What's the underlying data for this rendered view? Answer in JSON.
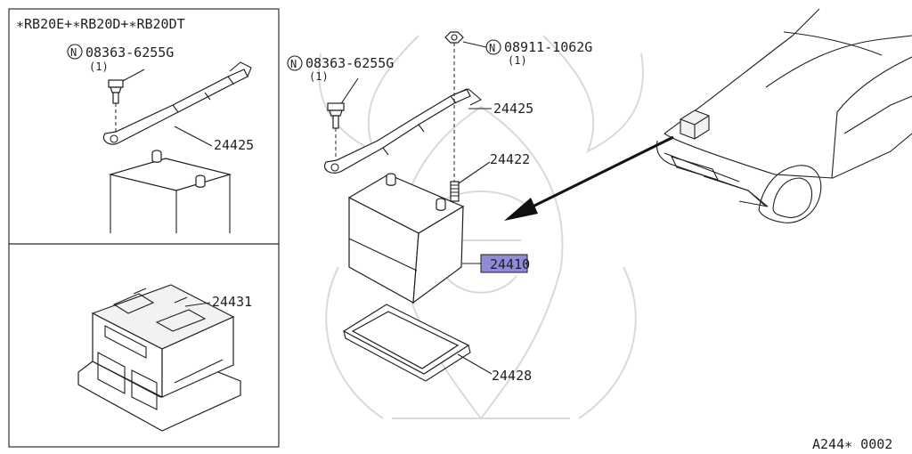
{
  "inset_top": {
    "engine_variants": "∗RB20E+∗RB20D+∗RB20DT"
  },
  "parts": {
    "bolt_inset": {
      "part_no": "08363-6255G",
      "qty": "(1)"
    },
    "bolt_main": {
      "part_no": "08363-6255G",
      "qty": "(1)"
    },
    "nut_main": {
      "part_no": "08911-1062G",
      "qty": "(1)"
    },
    "cable_inset": {
      "part_no": "24425"
    },
    "cable_main": {
      "part_no": "24425"
    },
    "stud": {
      "part_no": "24422"
    },
    "battery": {
      "part_no": "24410"
    },
    "tray": {
      "part_no": "24428"
    },
    "cover": {
      "part_no": "24431"
    }
  },
  "n_marker": "N",
  "figure_code": "A244∗ 0002",
  "colors": {
    "highlight": "#8e8cd8",
    "line": "#1f1f1f",
    "watermark": "#d9d9d9"
  }
}
